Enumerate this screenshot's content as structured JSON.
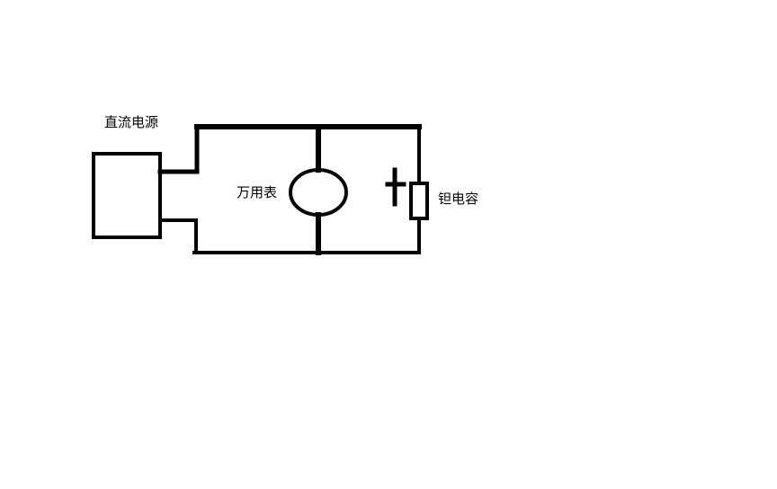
{
  "diagram": {
    "labels": {
      "power_supply": "直流电源",
      "multimeter": "万用表",
      "capacitor": "钽电容"
    },
    "colors": {
      "stroke": "#000000",
      "background": "#ffffff"
    }
  }
}
